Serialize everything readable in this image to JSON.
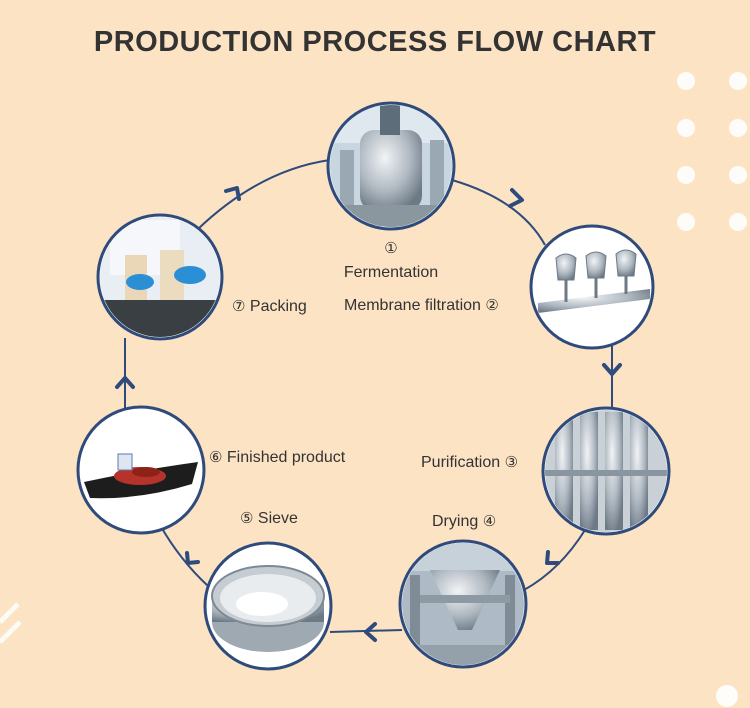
{
  "title": "PRODUCTION PROCESS FLOW CHART",
  "colors": {
    "background": "#fce3c4",
    "ring": "#2e4b7c",
    "arrow": "#2e4b7c",
    "text": "#333333"
  },
  "steps": [
    {
      "number": "①",
      "label": "Fermentation"
    },
    {
      "number": "②",
      "label": "Membrane filtration"
    },
    {
      "number": "③",
      "label": "Purification"
    },
    {
      "number": "④",
      "label": "Drying"
    },
    {
      "number": "⑤",
      "label": "Sieve"
    },
    {
      "number": "⑥",
      "label": "Finished product"
    },
    {
      "number": "⑦",
      "label": "Packing"
    }
  ]
}
